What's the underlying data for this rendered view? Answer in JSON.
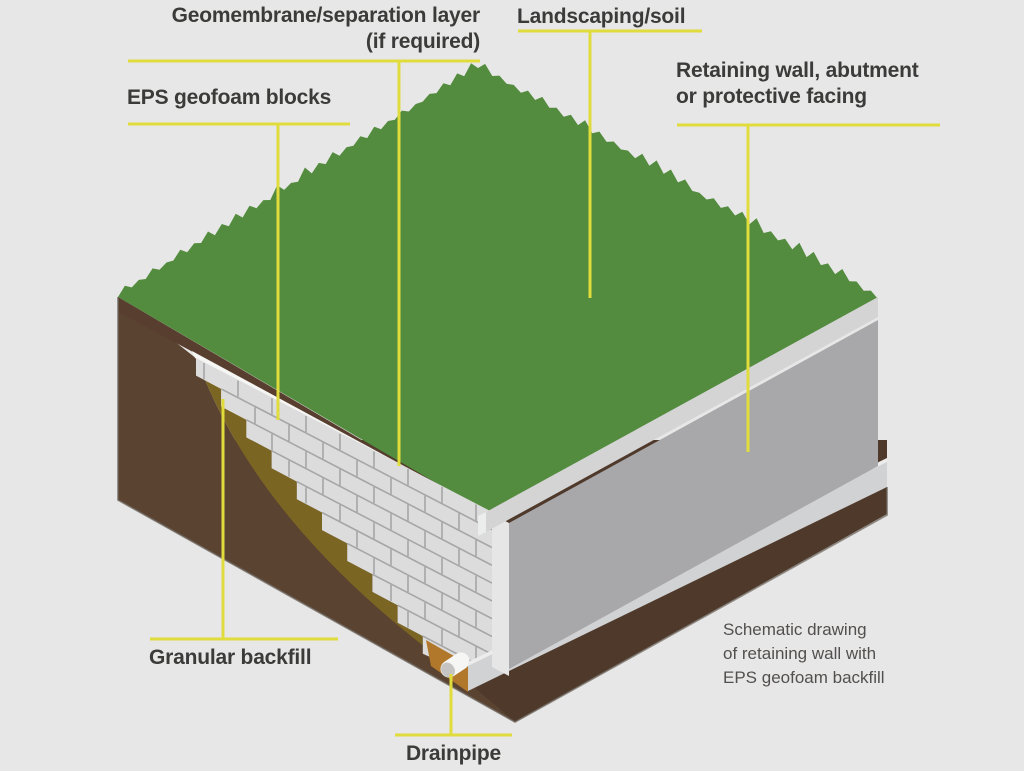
{
  "diagram": {
    "labels": {
      "geomembrane": "Geomembrane/separation layer\n(if required)",
      "landscaping": "Landscaping/soil",
      "eps": "EPS geofoam blocks",
      "retaining_wall": "Retaining wall, abutment\nor protective facing",
      "granular": "Granular backfill",
      "drainpipe": "Drainpipe"
    },
    "caption": "Schematic drawing\nof retaining wall with\nEPS geofoam backfill"
  },
  "colors": {
    "background": "#e8e7e7",
    "label_text": "#3b3b3a",
    "caption_text": "#52504e",
    "leader_line": "#e0dc3c",
    "grass": "#538c3e",
    "soil_cross_section": "#5b4332",
    "soil_band": "#573e2e",
    "soil_base": "#4f392b",
    "granular_backfill_shaded": "#7b6522",
    "granular_backfill_lit": "#b1782c",
    "eps_block": "#dcdcdc",
    "eps_joint": "#a6a6a6",
    "geomembrane": "#f5f5f3",
    "wall_face": "#a8a8aa",
    "wall_cap": "#d4d4d5",
    "wall_cap_end": "#ebecec",
    "wall_inner_face": "#e6e6e6",
    "footing": "#d1d2d3",
    "footing_top": "#ececec",
    "pipe_body": "#f6f6f5",
    "pipe_end": "#c5c4c3",
    "silhouette_outline": "#6d675f"
  }
}
